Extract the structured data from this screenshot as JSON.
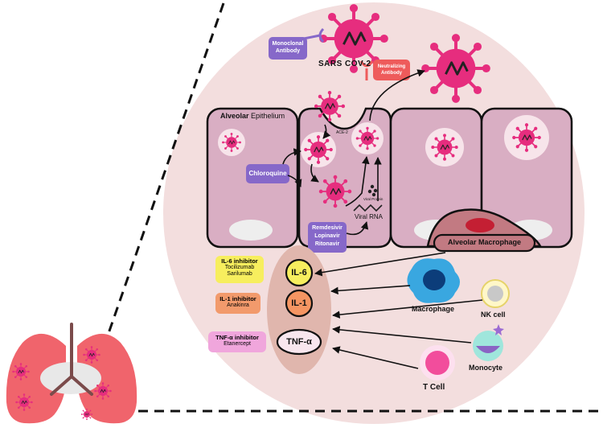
{
  "labels": {
    "monoclonal_antibody": [
      "Monoclonal",
      "Antibody"
    ],
    "sars_cov2": "SARS COV-2",
    "neutralizing_antibody": [
      "Neutralizing",
      "Antibody"
    ],
    "alveolar_epithelium_a": "Alveolar",
    "alveolar_epithelium_b": "Epithelium",
    "ace2": "ACE-2",
    "chloroquine": "Chloroquine",
    "viral_protein": "Viral Protein",
    "viral_rna": "Viral RNA",
    "remdesivir_group": [
      "Remdesivir",
      "Lopinavir",
      "Ritonavir"
    ],
    "alveolar_macrophage": "Alveolar Macrophage",
    "cytokines": [
      "IL-6",
      "IL-1",
      "TNF-α"
    ],
    "macrophage": "Macrophage",
    "nk_cell": "NK cell",
    "monocyte": "Monocyte",
    "t_cell": "T Cell"
  },
  "inhibitors": [
    {
      "title": "IL-6 inhibitor",
      "drugs": [
        "Tocilizumab",
        "Sarilumab"
      ],
      "color": "#f7ee5e"
    },
    {
      "title": "IL-1 inhibitor",
      "drugs": [
        "Anakinra"
      ],
      "color": "#f29a6c"
    },
    {
      "title": "TNF-α inhibitor",
      "drugs": [
        "Etanercept"
      ],
      "color": "#f0a6dc"
    }
  ],
  "colors": {
    "background_circle": "#f3dede",
    "cell_fill": "#d9aec3",
    "virus": "#e62d7e",
    "drug_purple": "#8668c9",
    "cytokine_panel": "#e0b6ad",
    "il_fill": "#f59562",
    "macrophage_blue": "#39a7e0",
    "monocyte_teal": "#7bd8c8",
    "tcell_pink": "#f24d9c",
    "lung_pink": "#f0646c",
    "neutralizing_red": "#ee5b5b"
  },
  "icons": [
    "virus-icon",
    "lung-icon",
    "macrophage-icon",
    "nk-cell-icon",
    "monocyte-icon",
    "t-cell-icon",
    "antibody-icon"
  ]
}
